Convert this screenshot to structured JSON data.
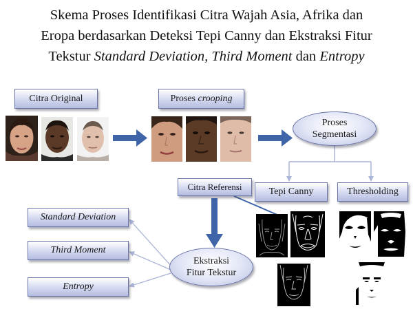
{
  "title": {
    "line1": "Skema Proses Identifikasi Citra Wajah Asia, Afrika dan",
    "line2": "Eropa berdasarkan Deteksi Tepi Canny dan Ekstraksi Fitur",
    "line3_prefix": "Tekstur ",
    "line3_italic1": "Standard Deviation, Third Moment",
    "line3_mid": " dan ",
    "line3_italic2": "Entropy"
  },
  "nodes": {
    "citra_original": "Citra Original",
    "proses_crooping_prefix": "Proses ",
    "proses_crooping_italic": "crooping",
    "proses_segmentasi_line1": "Proses",
    "proses_segmentasi_line2": "Segmentasi",
    "citra_referensi": "Citra Referensi",
    "tepi_canny": "Tepi Canny",
    "thresholding": "Thresholding",
    "ekstraksi_line1": "Ekstraksi",
    "ekstraksi_line2": "Fitur Tekstur",
    "standard_deviation": "Standard Deviation",
    "third_moment": "Third Moment",
    "entropy": "Entropy"
  },
  "colors": {
    "box_border": "#6a74a8",
    "arrow_blue": "#3f64a8",
    "connector": "#a9b4d6"
  },
  "photos": {
    "original": [
      "asian-face",
      "african-face",
      "european-face"
    ],
    "cropped": [
      "asian-face-cropped",
      "african-face-cropped",
      "european-face-cropped"
    ]
  }
}
